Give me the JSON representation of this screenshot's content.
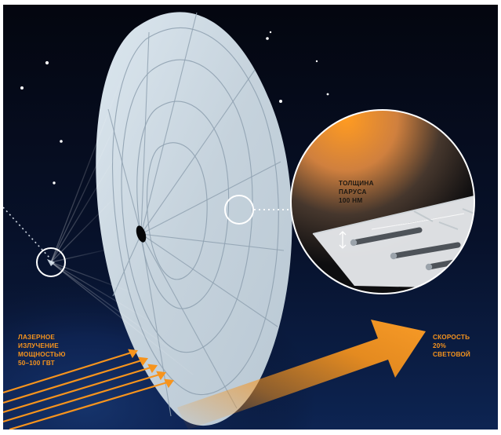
{
  "labels": {
    "sail_thickness": [
      "ТОЛЩИНА",
      "ПАРУСА",
      "100 НМ"
    ],
    "laser": [
      "ЛАЗЕРНОЕ",
      "ИЗЛУЧЕНИЕ",
      "МОЩНОСТЬЮ",
      "50–100 ГВТ"
    ],
    "speed": [
      "СКОРОСТЬ",
      "20%",
      "СВЕТОВОЙ"
    ]
  },
  "colors": {
    "space_dark": "#050814",
    "space_blue": "#0c1d44",
    "sail": "#c9d6df",
    "sail_light": "#dde7ee",
    "orange": "#f7941d",
    "line": "#8ea0ad",
    "white": "#ffffff"
  },
  "icons": {
    "arrow": "speed-arrow-icon",
    "laser_arrow": "laser-arrow-icon",
    "magnifier": "magnifier-circle-icon"
  }
}
